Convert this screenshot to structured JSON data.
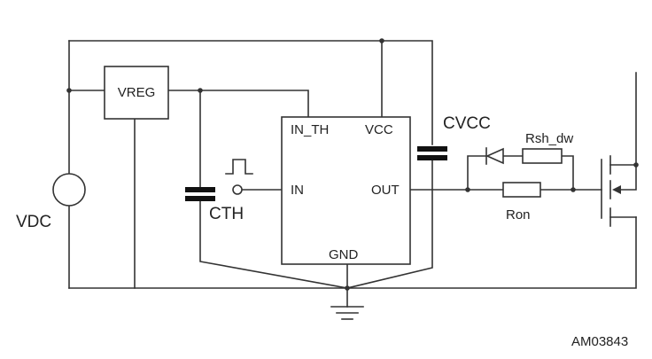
{
  "diagram": {
    "labels": {
      "vreg": "VREG",
      "vdc": "VDC",
      "cth": "CTH",
      "cvcc": "CVCC",
      "pin_in_th": "IN_TH",
      "pin_vcc": "VCC",
      "pin_in": "IN",
      "pin_out": "OUT",
      "pin_gnd": "GND",
      "rsh_dw": "Rsh_dw",
      "ron": "Ron",
      "figure_id": "AM03843"
    }
  }
}
